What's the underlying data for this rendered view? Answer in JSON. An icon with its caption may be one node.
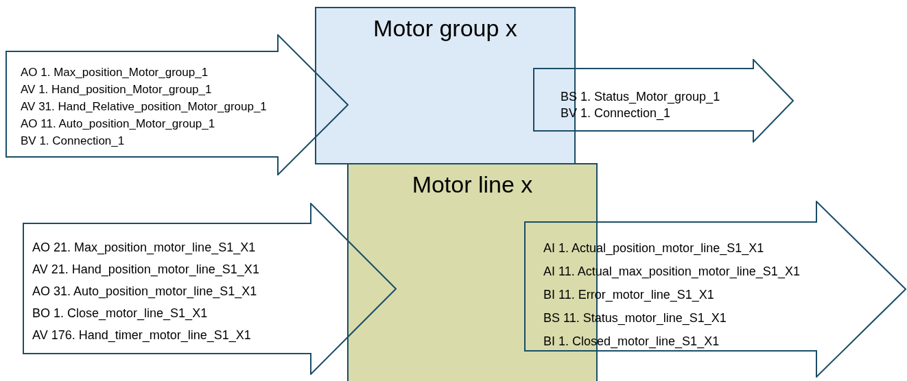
{
  "diagram": {
    "nodes": [
      {
        "text": [
          "Motor group x"
        ]
      },
      {
        "text": [
          "AO 1. Max_position_Motor_group_1",
          "AV 1. Hand_position_Motor_group_1",
          "AV 31. Hand_Relative_position_Motor_group_1",
          "AO 11. Auto_position_Motor_group_1",
          "BV 1. Connection_1"
        ]
      },
      {
        "text": [
          "BS 1. Status_Motor_group_1",
          "BV 1. Connection_1"
        ]
      },
      {
        "text": [
          "Motor line x"
        ]
      },
      {
        "text": [
          "AO 21. Max_position_motor_line_S1_X1",
          "AV 21. Hand_position_motor_line_S1_X1",
          "AO 31. Auto_position_motor_line_S1_X1",
          "BO 1. Close_motor_line_S1_X1",
          "AV 176. Hand_timer_motor_line_S1_X1"
        ]
      },
      {
        "text": [
          "AI 1. Actual_position_motor_line_S1_X1",
          "AI 11. Actual_max_position_motor_line_S1_X1",
          "BI 11. Error_motor_line_S1_X1",
          "BS 11. Status_motor_line_S1_X1",
          "BI 1. Closed_motor_line_S1_X1"
        ]
      }
    ]
  }
}
